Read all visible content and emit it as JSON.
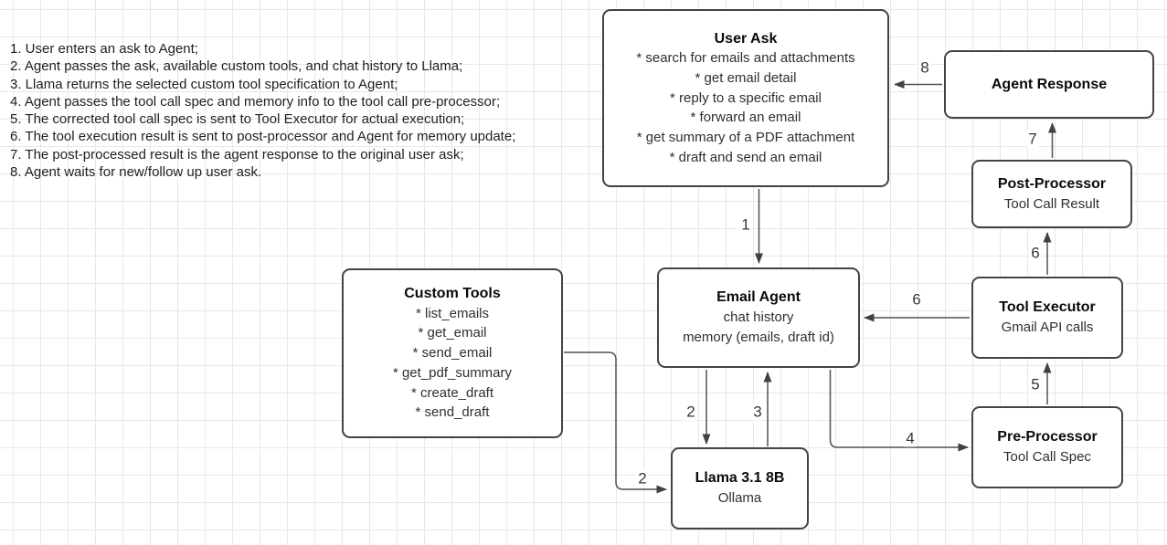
{
  "notes": {
    "items": [
      "1. User enters an ask to Agent;",
      "2. Agent passes the ask, available custom tools, and chat history to Llama;",
      "3. Llama returns the selected custom tool specification to Agent;",
      "4. Agent passes the tool call spec and memory info to the tool call pre-processor;",
      "5. The corrected tool call spec is sent to Tool Executor for actual execution;",
      "6. The tool execution result is sent to post-processor and Agent for memory update;",
      "7. The post-processed result is the agent response to the original user ask;",
      "8. Agent waits for new/follow up user ask."
    ]
  },
  "boxes": {
    "user_ask": {
      "title": "User Ask",
      "items": [
        "* search for emails and attachments",
        "* get email detail",
        "* reply to a specific email",
        "* forward an email",
        "* get summary of a PDF attachment",
        "* draft and send an email"
      ]
    },
    "agent_response": {
      "title": "Agent Response"
    },
    "post_processor": {
      "title": "Post-Processor",
      "subtitle": "Tool Call Result"
    },
    "tool_executor": {
      "title": "Tool Executor",
      "subtitle": "Gmail API calls"
    },
    "pre_processor": {
      "title": "Pre-Processor",
      "subtitle": "Tool Call Spec"
    },
    "email_agent": {
      "title": "Email Agent",
      "line1": "chat history",
      "line2": "memory (emails, draft id)"
    },
    "custom_tools": {
      "title": "Custom Tools",
      "items": [
        "* list_emails",
        "* get_email",
        "* send_email",
        "* get_pdf_summary",
        "* create_draft",
        "* send_draft"
      ]
    },
    "llama": {
      "title": "Llama 3.1 8B",
      "subtitle": "Ollama"
    }
  },
  "edge_labels": {
    "step1": "1",
    "step2_agent_to_llama": "2",
    "step2_tools_to_llama": "2",
    "step3": "3",
    "step4": "4",
    "step5": "5",
    "step6_executor_to_agent": "6",
    "step6_executor_to_post": "6",
    "step7": "7",
    "step8": "8"
  },
  "colors": {
    "box_border": "#3f444a",
    "arrow": "#4d535a",
    "grid_line": "#e8e8eb",
    "background": "#ffffff"
  }
}
